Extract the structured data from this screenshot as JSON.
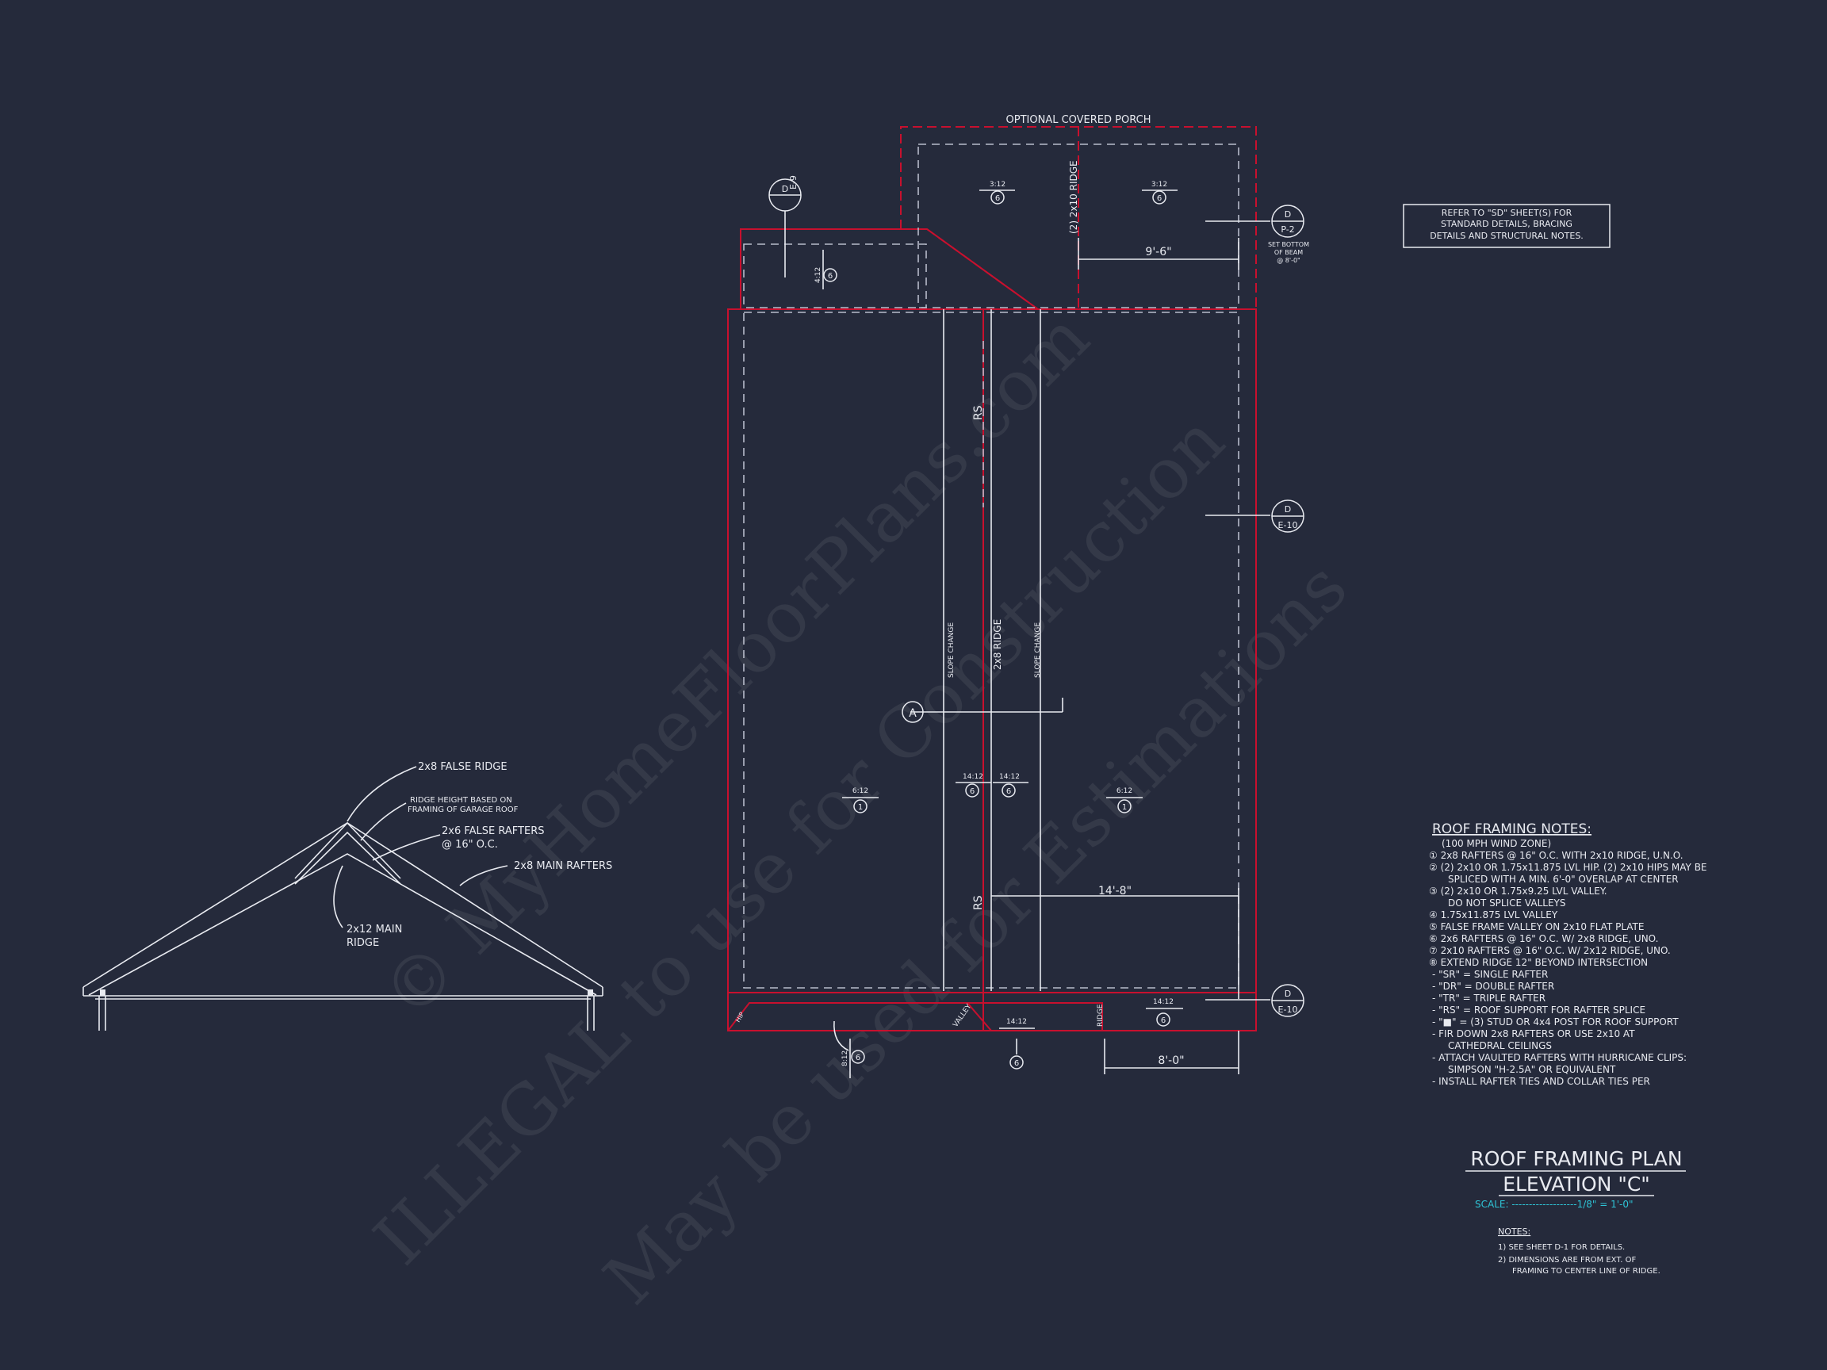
{
  "watermark": {
    "line1": "© MyHomeFloorPlans.com",
    "line2": "ILLEGAL to use for Construction",
    "line3": "May be used for Estimations"
  },
  "plan": {
    "porch_label": "OPTIONAL COVERED PORCH",
    "ridge_porch": "(2) 2x10 RIDGE",
    "dim_porch": "9'-6\"",
    "dim_main": "14'-8\"",
    "dim_bottom": "8'-0\"",
    "rs": "RS",
    "slope_change": "SLOPE CHANGE",
    "ridge_main": "2x8 RIDGE",
    "valley": "VALLEY",
    "ridge_small": "RIDGE",
    "hip": "HIP",
    "section_marker": "A",
    "set_bottom_note": [
      "SET BOTTOM",
      "OF BEAM",
      "@ 8'-0\""
    ],
    "callouts": [
      {
        "top": "D",
        "bottom": "E-9"
      },
      {
        "top": "D",
        "bottom": "P-2"
      },
      {
        "top": "D",
        "bottom": "E-10"
      },
      {
        "top": "D",
        "bottom": "E-10"
      }
    ],
    "pitches": {
      "p312a": "3:12",
      "p312b": "3:12",
      "p412": "4:12",
      "p612a": "6:12",
      "p612b": "6:12",
      "p1412a": "14:12",
      "p1412b": "14:12",
      "p1412c": "14:12",
      "p1412d": "14:12",
      "p812": "8:12"
    },
    "keys": {
      "k6": "6",
      "k1": "1"
    }
  },
  "refer_note": [
    "REFER TO \"SD\" SHEET(S) FOR",
    "STANDARD DETAILS, BRACING",
    "DETAILS AND STRUCTURAL NOTES."
  ],
  "section_detail": {
    "false_ridge": "2x8 FALSE RIDGE",
    "ridge_height_1": "RIDGE HEIGHT BASED ON",
    "ridge_height_2": "FRAMING OF GARAGE ROOF",
    "false_rafters_1": "2x6 FALSE RAFTERS",
    "false_rafters_2": "@ 16\" O.C.",
    "main_rafters": "2x8 MAIN RAFTERS",
    "main_ridge_1": "2x12 MAIN",
    "main_ridge_2": "RIDGE"
  },
  "framing_notes": {
    "heading": "ROOF FRAMING NOTES:",
    "lines": [
      "(100 MPH WIND ZONE)",
      "① 2x8 RAFTERS @ 16\" O.C. WITH 2x10 RIDGE, U.N.O.",
      "② (2) 2x10 OR 1.75x11.875 LVL HIP. (2) 2x10 HIPS MAY BE",
      "SPLICED WITH A MIN. 6'-0\" OVERLAP AT CENTER",
      "③ (2) 2x10 OR 1.75x9.25 LVL VALLEY.",
      "DO NOT SPLICE VALLEYS",
      "④ 1.75x11.875 LVL VALLEY",
      "⑤ FALSE FRAME VALLEY ON 2x10 FLAT PLATE",
      "⑥ 2x6 RAFTERS @ 16\" O.C. W/ 2x8 RIDGE, UNO.",
      "⑦ 2x10 RAFTERS @ 16\" O.C. W/ 2x12 RIDGE, UNO.",
      "⑧ EXTEND RIDGE 12\" BEYOND INTERSECTION",
      "- \"SR\" = SINGLE RAFTER",
      "- \"DR\" = DOUBLE RAFTER",
      "- \"TR\" = TRIPLE RAFTER",
      "- \"RS\" = ROOF SUPPORT FOR RAFTER SPLICE",
      "- \"■\" = (3) STUD OR 4x4 POST FOR ROOF SUPPORT",
      "- FIR DOWN 2x8 RAFTERS OR USE 2x10 AT",
      "CATHEDRAL CEILINGS",
      "- ATTACH VAULTED RAFTERS WITH HURRICANE CLIPS:",
      "SIMPSON \"H-2.5A\" OR EQUIVALENT",
      "- INSTALL RAFTER TIES AND COLLAR TIES PER"
    ]
  },
  "title_block": {
    "title1": "ROOF FRAMING PLAN",
    "title2": "ELEVATION \"C\"",
    "scale": "SCALE: -------------------1/8\" = 1'-0\"",
    "notes_heading": "NOTES:",
    "notes": [
      "1) SEE SHEET D-1 FOR DETAILS.",
      "2) DIMENSIONS ARE FROM EXT. OF",
      "FRAMING TO CENTER LINE OF RIDGE."
    ]
  }
}
